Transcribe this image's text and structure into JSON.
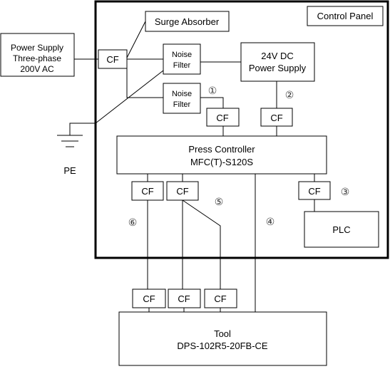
{
  "control_panel": {
    "title": "Control Panel"
  },
  "power_supply": {
    "line1": "Power Supply",
    "line2": "Three-phase",
    "line3": "200V AC"
  },
  "surge_absorber": {
    "label": "Surge Absorber"
  },
  "noise_filter_top": {
    "line1": "Noise",
    "line2": "Filter"
  },
  "noise_filter_bottom": {
    "line1": "Noise",
    "line2": "Filter"
  },
  "dc_supply": {
    "line1": "24V DC",
    "line2": "Power Supply"
  },
  "press_controller": {
    "line1": "Press Controller",
    "line2": "MFC(T)-S120S"
  },
  "plc": {
    "label": "PLC"
  },
  "tool": {
    "line1": "Tool",
    "line2": "DPS-102R5-20FB-CE"
  },
  "ground": {
    "label": "PE"
  },
  "cf_label": "CF",
  "markers": {
    "m1": "①",
    "m2": "②",
    "m3": "③",
    "m4": "④",
    "m5": "⑤",
    "m6": "⑥"
  }
}
